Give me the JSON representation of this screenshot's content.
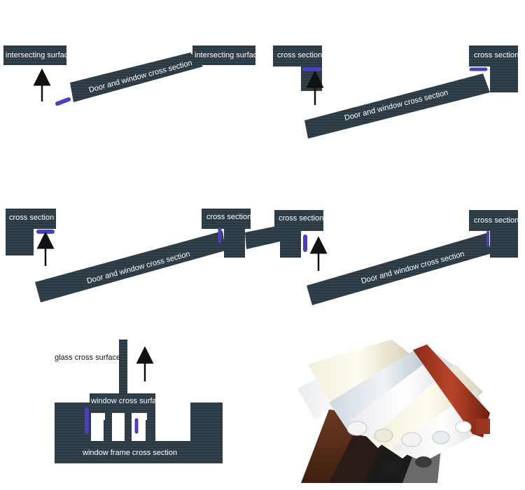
{
  "panels": {
    "p1": {
      "top_label_left": "intersecting surface",
      "top_label_right": "intersecting surface",
      "bar_label": "Door and window cross section"
    },
    "p2": {
      "label_left": "cross section",
      "label_right": "cross section",
      "bar_label": "Door and window cross section"
    },
    "p3": {
      "label_left": "cross section",
      "label_right": "cross section",
      "bar_label": "Door and window cross section"
    },
    "p4": {
      "label_left": "cross section",
      "label_right": "cross section",
      "bar_label": "Door and window cross section"
    },
    "p5": {
      "glass_label": "glass cross surface",
      "window_label": "window cross surface",
      "frame_label": "window  frame  cross section"
    }
  },
  "photo": {
    "subject": "bundle of rubber and silicone seal strips"
  },
  "colors": {
    "panel": "#2c3b46",
    "seal": "#4a3fbf",
    "arrow": "#111111",
    "background": "#ffffff"
  }
}
